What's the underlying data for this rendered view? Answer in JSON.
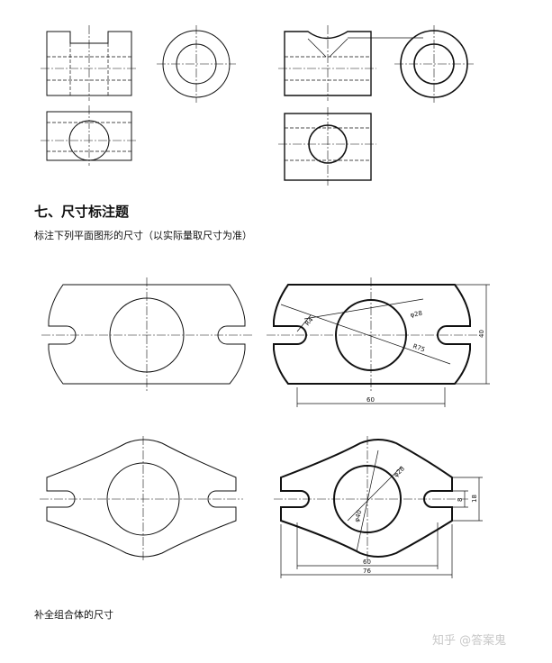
{
  "section": {
    "title": "七、尺寸标注题",
    "instruction": "标注下列平面图形的尺寸（以实际量取尺寸为准）",
    "footer": "补全组合体的尺寸"
  },
  "watermark": "知乎 @答案鬼",
  "dimensions": {
    "plate": {
      "phi": "φ28",
      "r": "R4",
      "r2": "R75",
      "width": "60",
      "height": "40"
    },
    "flange": {
      "phi": "φ28",
      "phi2": "φ40",
      "w1": "60",
      "w2": "76",
      "h1": "8",
      "h2": "18"
    }
  }
}
